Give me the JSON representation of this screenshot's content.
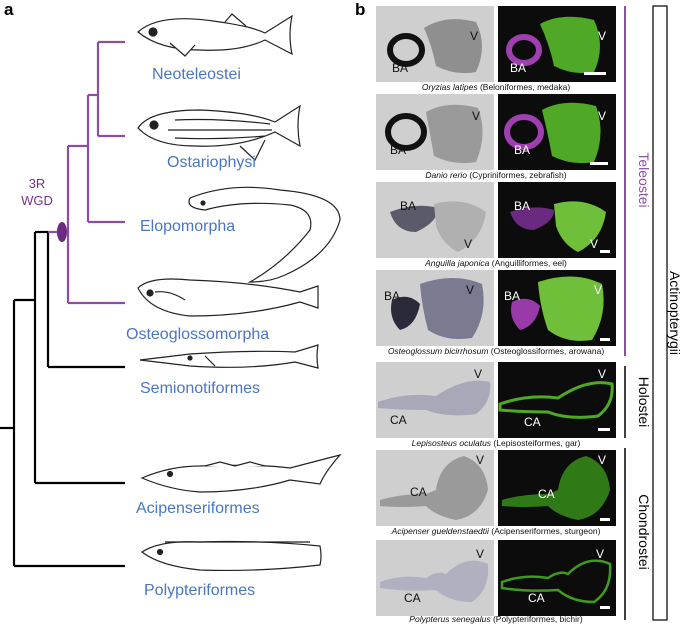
{
  "panel_a": {
    "label": "a",
    "event": {
      "line1": "3R",
      "line2": "WGD"
    },
    "taxa": [
      "Neoteleostei",
      "Ostariophysi",
      "Elopomorpha",
      "Osteoglossomorpha",
      "Semionotiformes",
      "Acipenseriformes",
      "Polypteriformes"
    ],
    "colors": {
      "teleost_branch": "#8a4fa0",
      "other_branch": "#000000",
      "taxon_label": "#4a76c1",
      "wgd_marker": "#6b2c80"
    }
  },
  "panel_b": {
    "label": "b",
    "rows": [
      {
        "species": "Oryzias latipes",
        "detail": " (Beloniformes, medaka)",
        "chamber": "BA",
        "ventricle": "V"
      },
      {
        "species": "Danio rerio",
        "detail": " (Cypriniformes, zebrafish)",
        "chamber": "BA",
        "ventricle": "V"
      },
      {
        "species": "Anguilla japonica",
        "detail": " (Anguilliformes, eel)",
        "chamber": "BA",
        "ventricle": "V"
      },
      {
        "species": "Osteoglossum bicirrhosum",
        "detail": " (Osteoglossiformes, arowana)",
        "chamber": "BA",
        "ventricle": "V"
      },
      {
        "species": "Lepisosteus oculatus",
        "detail": " (Lepisosteiformes, gar)",
        "chamber": "CA",
        "ventricle": "V"
      },
      {
        "species": "Acipenser gueldenstaedtii",
        "detail": " (Acipenseriformes, sturgeon)",
        "chamber": "CA",
        "ventricle": "V"
      },
      {
        "species": "Polypterus senegalus",
        "detail": " (Polypteriformes, bichir)",
        "chamber": "CA",
        "ventricle": "V"
      }
    ],
    "groups": {
      "teleostei": "Teleostei",
      "holostei": "Holostei",
      "chondrostei": "Chondrostei",
      "actinopterygii": "Actinopterygii"
    },
    "colors": {
      "teleostei": "#8a4fa0",
      "stain_purple": "#a040b0",
      "stain_green": "#5fbf2a"
    }
  }
}
